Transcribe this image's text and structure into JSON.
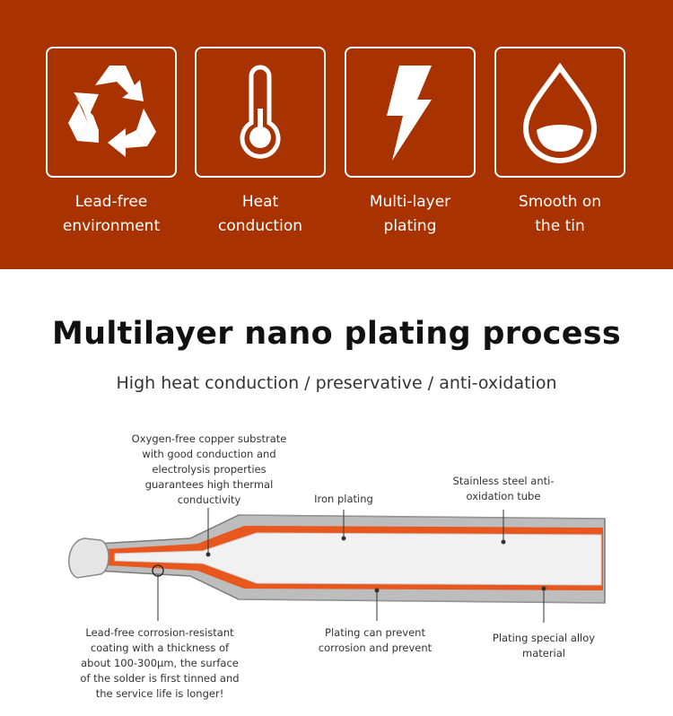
{
  "features": [
    {
      "icon": "recycle-icon",
      "line1": "Lead-free",
      "line2": "environment"
    },
    {
      "icon": "thermometer-icon",
      "line1": "Heat",
      "line2": "conduction"
    },
    {
      "icon": "lightning-icon",
      "line1": "Multi-layer",
      "line2": "plating"
    },
    {
      "icon": "droplet-icon",
      "line1": "Smooth on",
      "line2": "the tin"
    }
  ],
  "colors": {
    "banner": "#a83200",
    "copper": "#e8581e",
    "steel": "#b5b5b5"
  },
  "heading": {
    "title": "Multilayer nano plating process",
    "subtitle": "High heat conduction / preservative / anti-oxidation"
  },
  "callouts": {
    "copper": {
      "l1": "Oxygen-free copper substrate",
      "l2": "with good conduction and",
      "l3": "electrolysis properties",
      "l4": "guarantees high thermal",
      "l5": "conductivity"
    },
    "iron": {
      "l1": "Iron plating"
    },
    "steel": {
      "l1": "Stainless steel anti-",
      "l2": "oxidation tube"
    },
    "lead": {
      "l1": "Lead-free corrosion-resistant",
      "l2": "coating with a thickness of",
      "l3": "about 100-300μm, the surface",
      "l4": "of the solder is first tinned and",
      "l5": "the service life is longer!"
    },
    "plating": {
      "l1": "Plating can prevent",
      "l2": "corrosion and prevent"
    },
    "alloy": {
      "l1": "Plating special alloy",
      "l2": "material"
    }
  }
}
